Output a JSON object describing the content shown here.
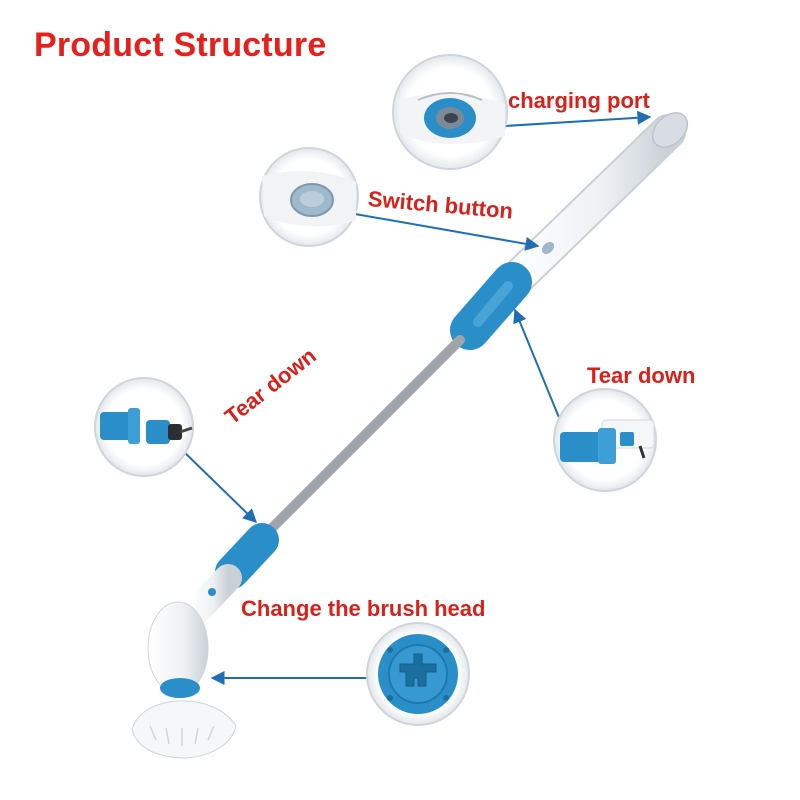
{
  "title": "Product Structure",
  "labels": {
    "charging_port": "charging port",
    "switch_button": "Switch button",
    "tear_down_right": "Tear down",
    "tear_down_left": "Tear down",
    "change_brush_head": "Change the brush head"
  },
  "colors": {
    "label_red": "#d9211c",
    "title_red": "#e8201b",
    "arrow_blue": "#1f6fb3",
    "product_blue": "#2a8fc9",
    "product_white": "#f4f6f8",
    "rod_silver": "#b9bec3"
  }
}
